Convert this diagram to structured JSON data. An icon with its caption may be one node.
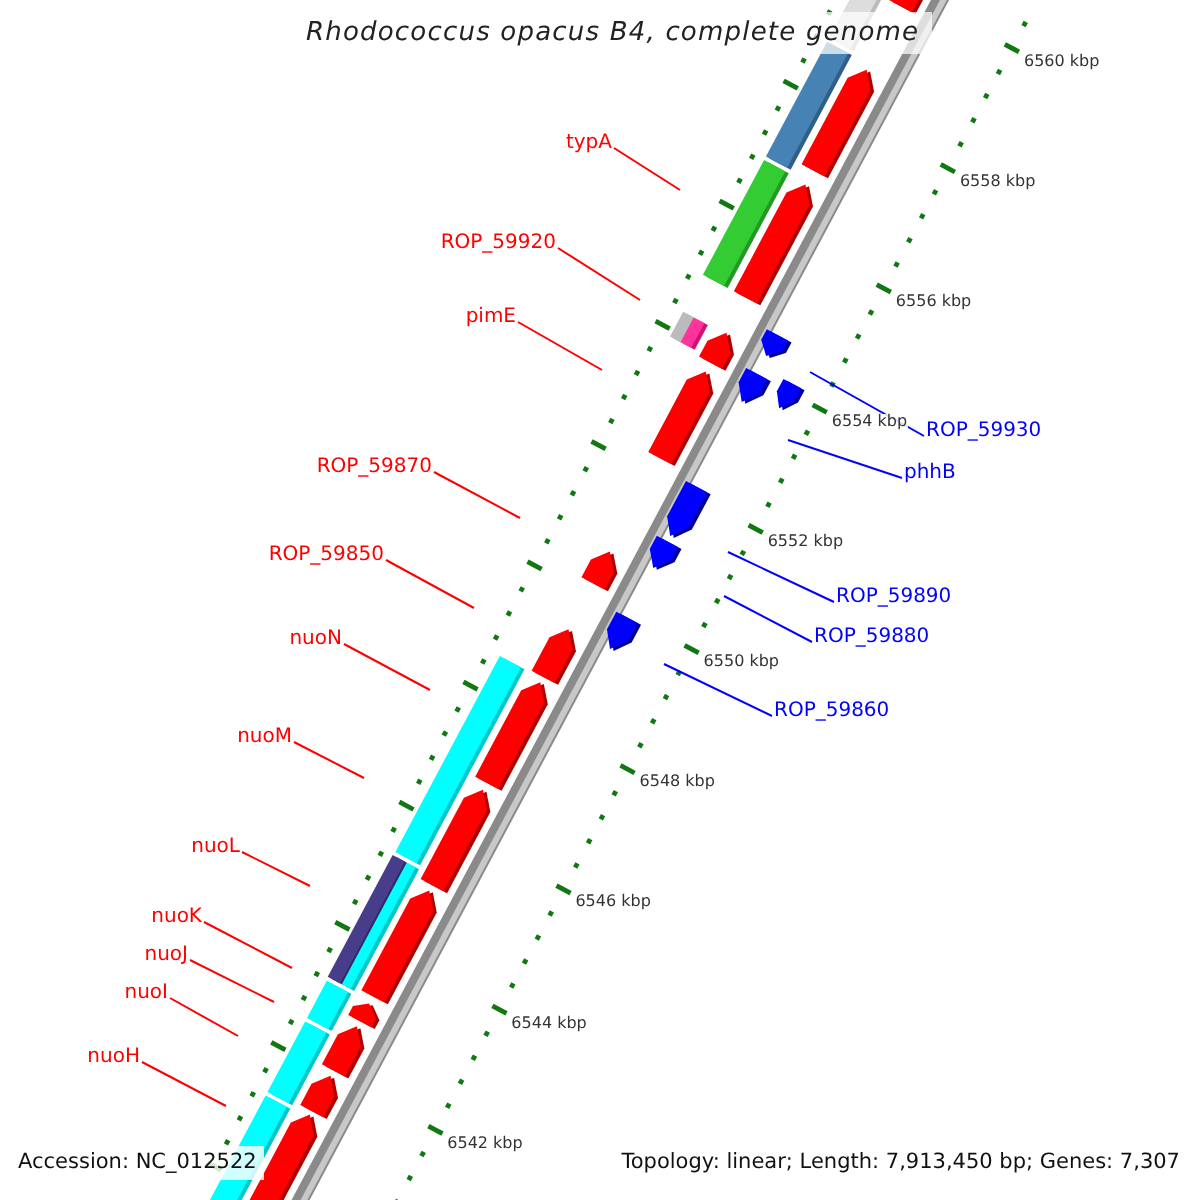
{
  "diagram": {
    "title": "Rhodococcus opacus B4, complete genome",
    "nodes": [
      {
        "text": [
          "typA"
        ]
      },
      {
        "text": [
          "ROP_59920"
        ]
      },
      {
        "text": [
          "pimE"
        ]
      },
      {
        "text": [
          "ROP_59930"
        ]
      },
      {
        "text": [
          "ROP_59870"
        ]
      },
      {
        "text": [
          "phhB"
        ]
      },
      {
        "text": [
          "ROP_59850"
        ]
      },
      {
        "text": [
          "ROP_59890"
        ]
      },
      {
        "text": [
          "ROP_59880"
        ]
      },
      {
        "text": [
          "nuoN"
        ]
      },
      {
        "text": [
          "ROP_59860"
        ]
      },
      {
        "text": [
          "nuoM"
        ]
      },
      {
        "text": [
          "nuoL"
        ]
      },
      {
        "text": [
          "nuoK"
        ]
      },
      {
        "text": [
          "nuoJ"
        ]
      },
      {
        "text": [
          "nuoI"
        ]
      },
      {
        "text": [
          "nuoH"
        ]
      }
    ],
    "edges": [
      {
        "from": 0,
        "to": null,
        "arrow": "none"
      },
      {
        "from": 1,
        "to": null,
        "arrow": "none"
      },
      {
        "from": 2,
        "to": null,
        "arrow": "none"
      },
      {
        "from": 3,
        "to": null,
        "arrow": "none",
        "color": "#0000ff"
      },
      {
        "from": 4,
        "to": null,
        "arrow": "none"
      },
      {
        "from": 5,
        "to": null,
        "arrow": "none",
        "color": "#0000ff"
      },
      {
        "from": 6,
        "to": null,
        "arrow": "none"
      },
      {
        "from": 7,
        "to": null,
        "arrow": "none",
        "color": "#0000ff"
      },
      {
        "from": 8,
        "to": null,
        "arrow": "none",
        "color": "#0000ff"
      },
      {
        "from": 9,
        "to": null,
        "arrow": "none"
      },
      {
        "from": 10,
        "to": null,
        "arrow": "none",
        "color": "#0000ff"
      },
      {
        "from": 11,
        "to": null,
        "arrow": "none"
      },
      {
        "from": 12,
        "to": null,
        "arrow": "none"
      },
      {
        "from": 13,
        "to": null,
        "arrow": "none"
      },
      {
        "from": 14,
        "to": null,
        "arrow": "none"
      },
      {
        "from": 15,
        "to": null,
        "arrow": "none"
      },
      {
        "from": 16,
        "to": null,
        "arrow": "none"
      }
    ],
    "labels": [
      "6560 kbp",
      "6558 kbp",
      "6556 kbp",
      "6554 kbp",
      "6552 kbp",
      "6550 kbp",
      "6548 kbp",
      "6546 kbp",
      "6544 kbp",
      "6542 kbp",
      "Accession: NC_012522",
      "Topology: linear; Length: 7,913,450 bp; Genes: 7,307"
    ]
  }
}
